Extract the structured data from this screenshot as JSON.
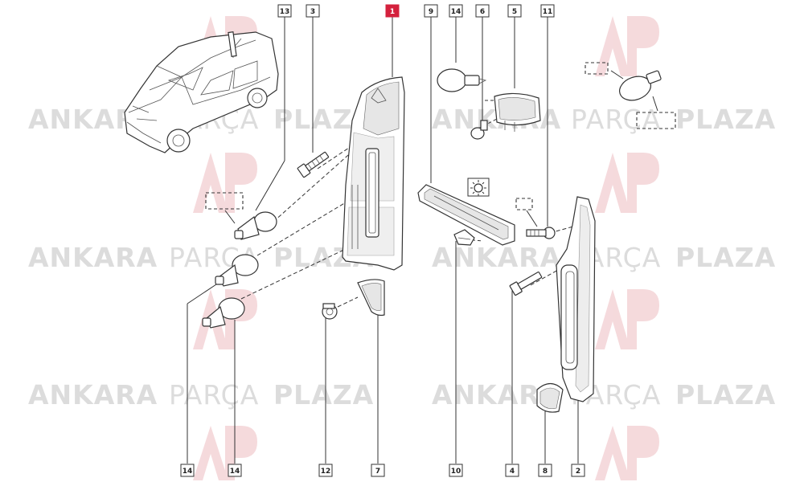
{
  "watermark": {
    "brand_part1": "ANKARA",
    "brand_part2": "PARÇA",
    "brand_part3": "PLAZA",
    "logo_letters": "AP",
    "logo_color": "#f4d6d9",
    "text_color": "#dcdcdc"
  },
  "colors": {
    "selected_callout": "#d4213d",
    "line": "#333333"
  },
  "callouts": {
    "c13": "13",
    "c3": "3",
    "c1": "1",
    "c9": "9",
    "c14_top": "14",
    "c6": "6",
    "c5": "5",
    "c11": "11",
    "c14_bl": "14",
    "c14_br": "14",
    "c12": "12",
    "c7": "7",
    "c10": "10",
    "c4": "4",
    "c8": "8",
    "c2": "2"
  },
  "selected_callout": "1",
  "icons": {
    "light_symbol": "light-bulb-symbol-icon"
  }
}
